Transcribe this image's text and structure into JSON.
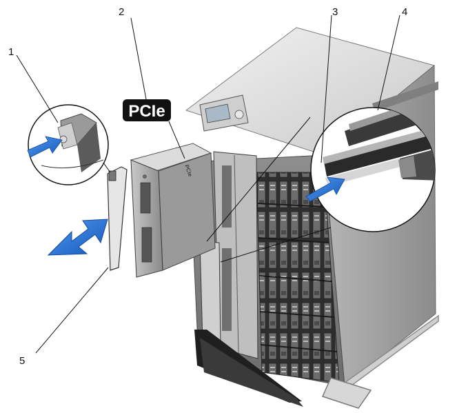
{
  "callouts": {
    "c1": "1",
    "c2": "2",
    "c3": "3",
    "c4": "4",
    "c5": "5"
  },
  "pcie_label": "PCIe",
  "colors": {
    "arrow_blue": "#1e6fd9",
    "chassis_gray": "#9a9a9a",
    "chassis_light": "#d4d4d4",
    "bay_dark": "#3a3a3a",
    "label_black": "#111111"
  }
}
